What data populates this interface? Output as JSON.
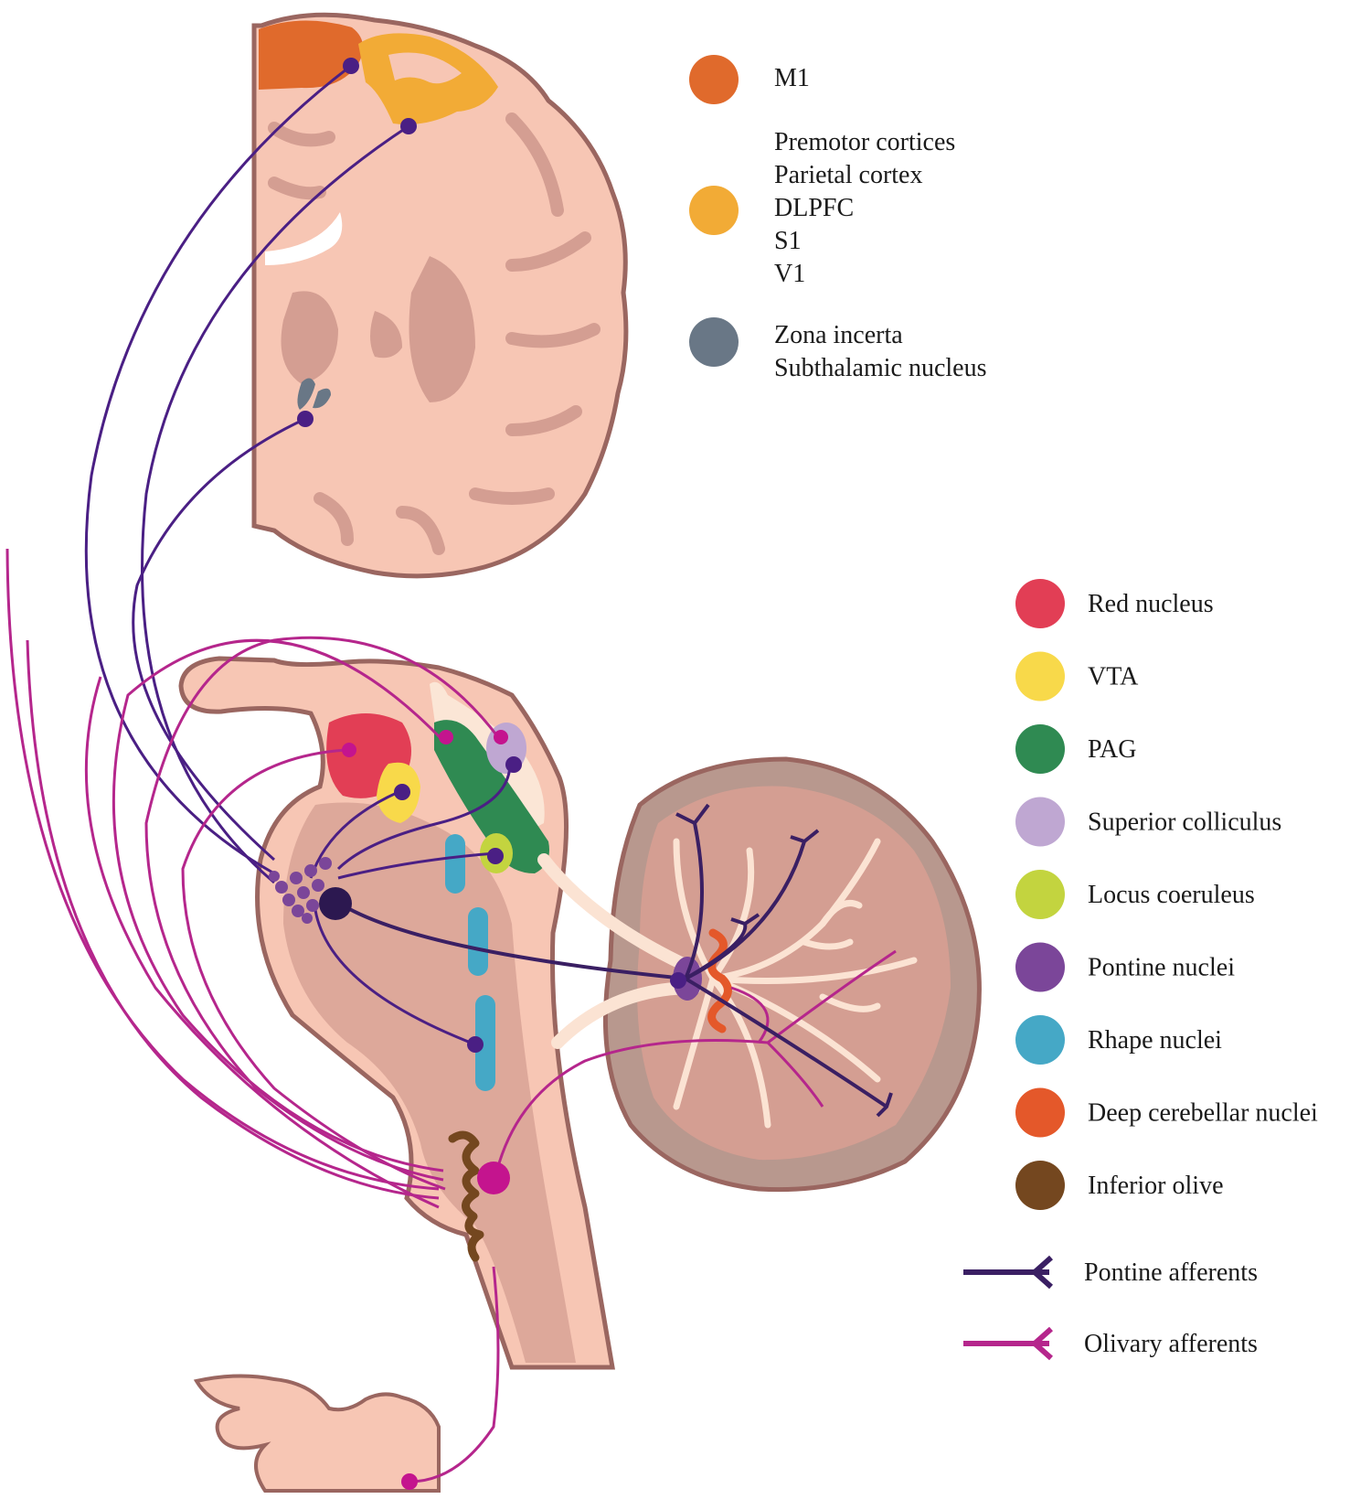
{
  "colors": {
    "tissue": "#f7c6b4",
    "tissue_dark": "#d49e92",
    "outline": "#9a6660",
    "cerebellum_bg": "#b8988e",
    "white_matter": "#fbe3d3",
    "pontine_line": "#3a1f63",
    "olivary_line": "#b5268c",
    "cortex_node": "#4a1f84",
    "olivary_node": "#c4148e",
    "tectum": "#fbe6d6"
  },
  "cortex_legend": [
    {
      "color": "#e06a2c",
      "lines": [
        "M1"
      ]
    },
    {
      "color": "#f2ab36",
      "lines": [
        "Premotor cortices",
        "Parietal cortex",
        "DLPFC",
        "S1",
        "V1"
      ]
    },
    {
      "color": "#697786",
      "lines": [
        "Zona incerta",
        "Subthalamic nucleus"
      ]
    }
  ],
  "nuclei_legend": [
    {
      "color": "#e23e55",
      "label": "Red nucleus"
    },
    {
      "color": "#f8d94a",
      "label": "VTA"
    },
    {
      "color": "#2f8a52",
      "label": "PAG"
    },
    {
      "color": "#bfa7d2",
      "label": "Superior colliculus"
    },
    {
      "color": "#c3d43f",
      "label": "Locus coeruleus"
    },
    {
      "color": "#7b4699",
      "label": "Pontine nuclei"
    },
    {
      "color": "#45a8c6",
      "label": "Rhape nuclei"
    },
    {
      "color": "#e4582a",
      "label": "Deep cerebellar nuclei"
    },
    {
      "color": "#74471f",
      "label": "Inferior olive"
    }
  ],
  "afferent_legend": [
    {
      "color": "#3a1f63",
      "label": "Pontine afferents"
    },
    {
      "color": "#b5268c",
      "label": "Olivary afferents"
    }
  ]
}
